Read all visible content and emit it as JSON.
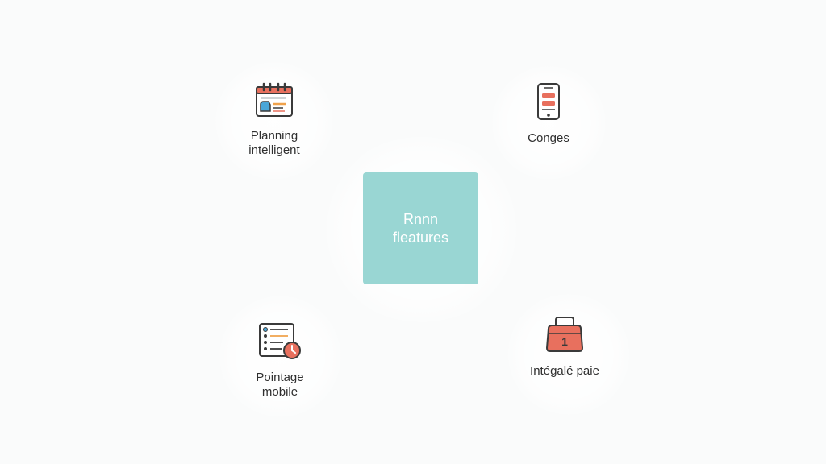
{
  "center": {
    "line1": "Rnnn",
    "line2": "fleatures",
    "color": "#99d6d3"
  },
  "nodes": {
    "planning": {
      "icon": "calendar-icon",
      "line1": "Planning",
      "line2": "intelligent"
    },
    "conges": {
      "icon": "smartphone-icon",
      "line1": "Conges"
    },
    "pointage": {
      "icon": "checklist-clock-icon",
      "line1": "Pointage",
      "line2": "mobile"
    },
    "paie": {
      "icon": "bag-icon",
      "line1": "Intégalé paie",
      "badge": "1"
    }
  },
  "colors": {
    "coral": "#e8705e",
    "blue": "#4aa6d8",
    "orange": "#f0a24b",
    "ink": "#3a3a3a"
  }
}
